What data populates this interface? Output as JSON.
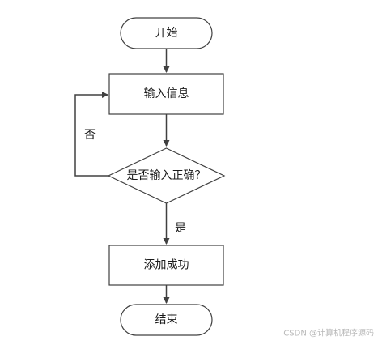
{
  "nodes": {
    "start": {
      "label": "开始"
    },
    "input": {
      "label": "输入信息"
    },
    "check": {
      "label": "是否输入正确？"
    },
    "success": {
      "label": "添加成功"
    },
    "end": {
      "label": "结束"
    }
  },
  "edges": {
    "no_label": "否",
    "yes_label": "是"
  },
  "watermark": "CSDN @计算机程序源码",
  "colors": {
    "stroke": "#404040",
    "fill": "#ffffff",
    "text": "#1a1a1a",
    "watermark": "#b8b8b8"
  }
}
